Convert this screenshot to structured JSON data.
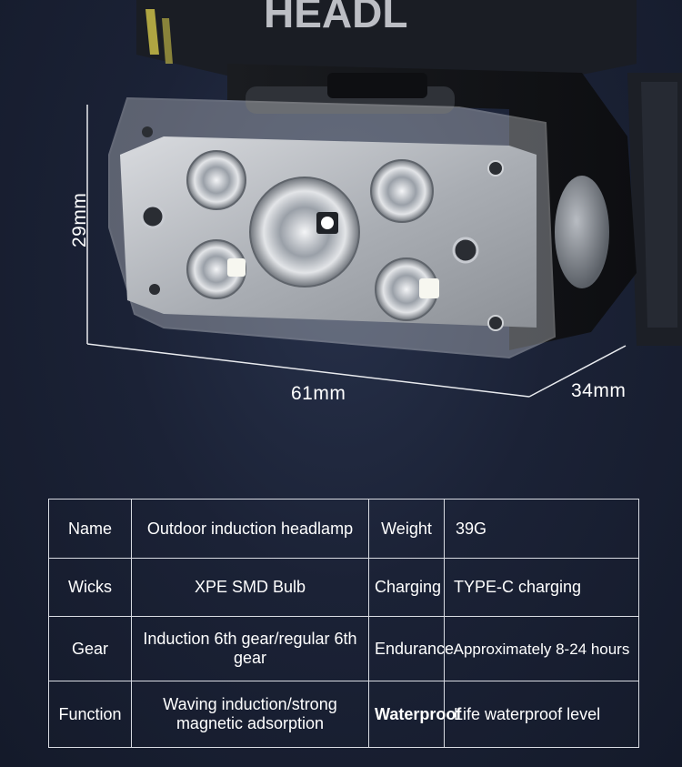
{
  "dimensions": {
    "height": "29mm",
    "width": "61mm",
    "depth": "34mm"
  },
  "specs": {
    "name_label": "Name",
    "name_value": "Outdoor induction headlamp",
    "weight_label": "Weight",
    "weight_value": "39G",
    "wicks_label": "Wicks",
    "wicks_value": "XPE SMD Bulb",
    "charging_label": "Charging",
    "charging_value": "TYPE-C charging",
    "gear_label": "Gear",
    "gear_value": "Induction 6th gear/regular 6th gear",
    "endurance_label": "Endurance",
    "endurance_value": "Approximately 8-24 hours",
    "function_label": "Function",
    "function_value": "Waving induction/strong magnetic adsorption",
    "waterproof_label": "Waterproof",
    "waterproof_value": "Life waterproof level"
  },
  "strap_text": "HEADL"
}
